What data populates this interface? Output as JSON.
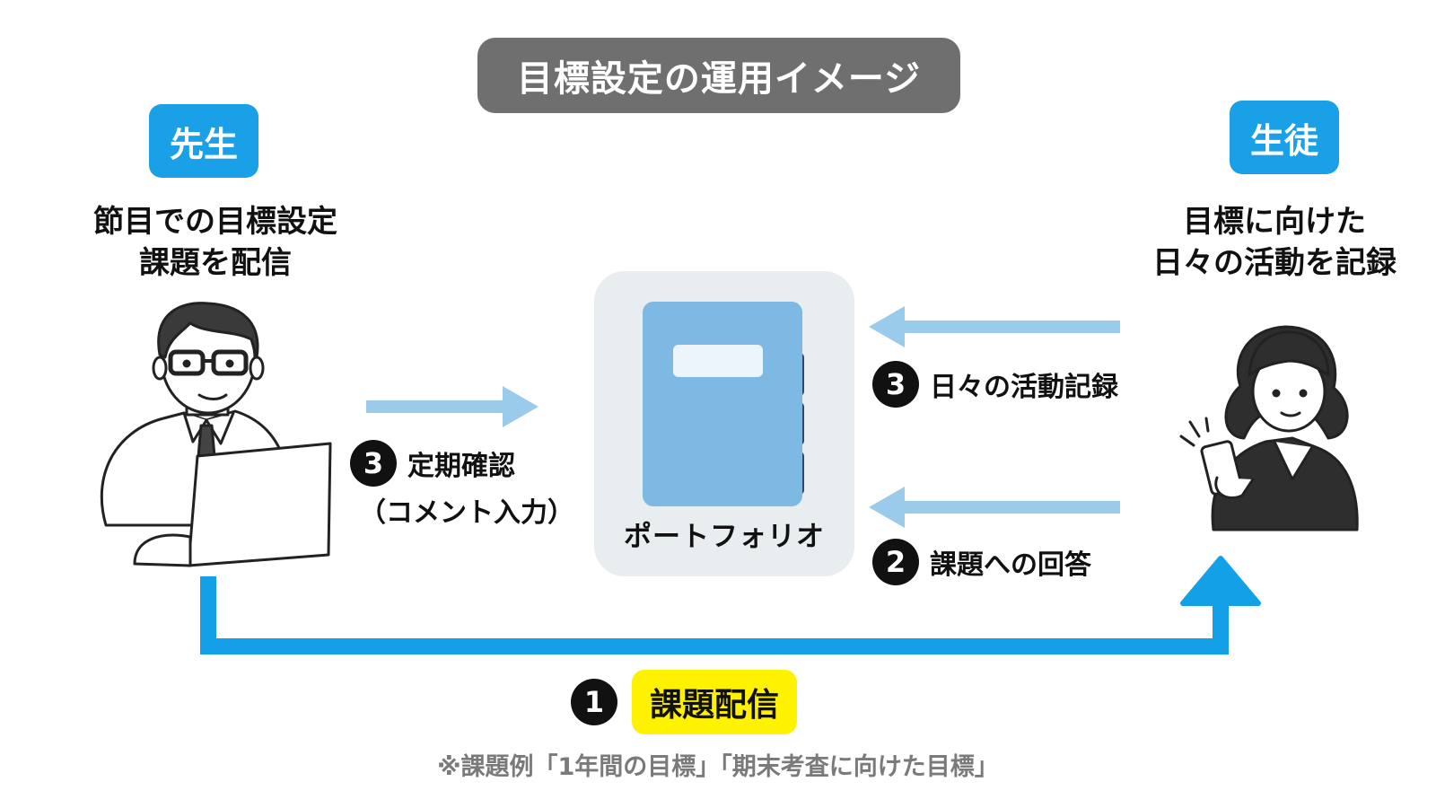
{
  "title": "目標設定の運用イメージ",
  "teacher": {
    "badge": "先生",
    "desc_line1": "節目での目標設定",
    "desc_line2": "課題を配信"
  },
  "student": {
    "badge": "生徒",
    "desc_line1": "目標に向けた",
    "desc_line2": "日々の活動を記録"
  },
  "portfolio": {
    "label": "ポートフォリオ"
  },
  "steps": {
    "teacher_check": {
      "num": "3",
      "label": "定期確認",
      "sub": "（コメント入力）"
    },
    "student_record": {
      "num": "3",
      "label": "日々の活動記録"
    },
    "student_answer": {
      "num": "2",
      "label": "課題への回答"
    },
    "distribute": {
      "num": "1",
      "label": "課題配信"
    }
  },
  "note": "※課題例「1年間の目標」「期末考査に向けた目標」",
  "colors": {
    "title_bg": "#6f6f6f",
    "badge_bg": "#1aa0e6",
    "arrow_light": "#9bcbea",
    "arrow_main": "#13a0e6",
    "notebook": "#7db9e3",
    "tabs": "#2d4a6b",
    "highlight": "#fff200",
    "card_bg": "#e8edf0"
  }
}
